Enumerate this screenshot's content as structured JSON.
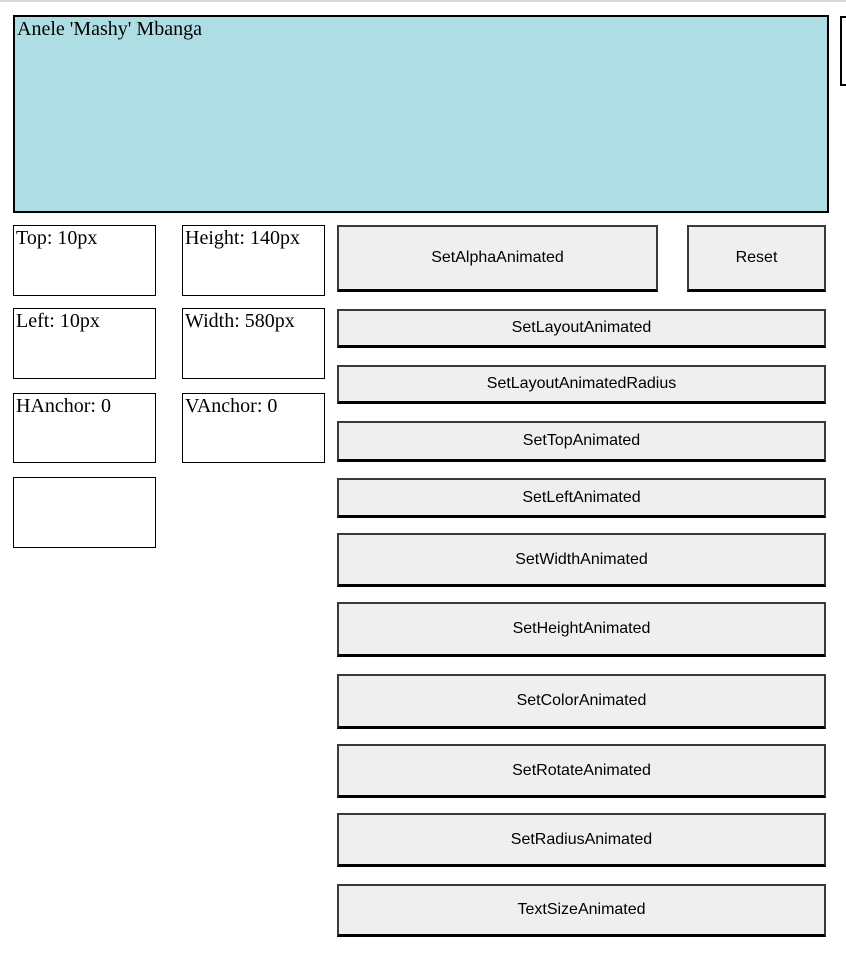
{
  "preview_panel": {
    "label": "Anele 'Mashy' Mbanga"
  },
  "fields": {
    "top": "Top: 10px",
    "height": "Height: 140px",
    "left": "Left: 10px",
    "width": "Width: 580px",
    "hanchor": "HAnchor: 0",
    "vanchor": "VAnchor: 0",
    "extra": ""
  },
  "buttons": {
    "set_alpha_animated": "SetAlphaAnimated",
    "reset": "Reset",
    "set_layout_animated": "SetLayoutAnimated",
    "set_layout_animated_radius": "SetLayoutAnimatedRadius",
    "set_top_animated": "SetTopAnimated",
    "set_left_animated": "SetLeftAnimated",
    "set_width_animated": "SetWidthAnimated",
    "set_height_animated": "SetHeightAnimated",
    "set_color_animated": "SetColorAnimated",
    "set_rotate_animated": "SetRotateAnimated",
    "set_radius_animated": "SetRadiusAnimated",
    "text_size_animated": "TextSizeAnimated"
  },
  "colors": {
    "panel_bg": "#AEDEE4",
    "panel_border": "#000000",
    "field_border": "#000000",
    "button_bg": "#EFEFEF",
    "button_border": "#3A3A3A",
    "button_border_bottom": "#000000",
    "text": "#000000",
    "window_top_edge": "#D8D8D8"
  }
}
